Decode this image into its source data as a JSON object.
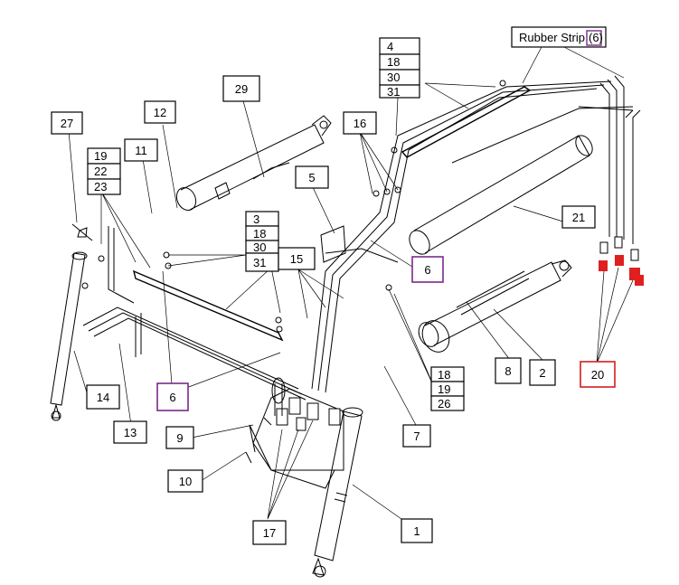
{
  "diagram": {
    "callouts": [
      {
        "id": "c27",
        "text": "27"
      },
      {
        "id": "c12",
        "text": "12"
      },
      {
        "id": "c29",
        "text": "29"
      },
      {
        "id": "c19a",
        "text": "19"
      },
      {
        "id": "c22a",
        "text": "22"
      },
      {
        "id": "c23a",
        "text": "23"
      },
      {
        "id": "c11",
        "text": "11"
      },
      {
        "id": "c4",
        "text": "4"
      },
      {
        "id": "c18a",
        "text": "18"
      },
      {
        "id": "c30a",
        "text": "30"
      },
      {
        "id": "c31a",
        "text": "31"
      },
      {
        "id": "c16",
        "text": "16"
      },
      {
        "id": "c5",
        "text": "5"
      },
      {
        "id": "c21",
        "text": "21"
      },
      {
        "id": "c3",
        "text": "3"
      },
      {
        "id": "c18b",
        "text": "18"
      },
      {
        "id": "c30b",
        "text": "30"
      },
      {
        "id": "c31b",
        "text": "31"
      },
      {
        "id": "c15",
        "text": "15"
      },
      {
        "id": "c6a",
        "text": "6"
      },
      {
        "id": "c6b",
        "text": "6"
      },
      {
        "id": "c14",
        "text": "14"
      },
      {
        "id": "c13",
        "text": "13"
      },
      {
        "id": "c9",
        "text": "9"
      },
      {
        "id": "c10",
        "text": "10"
      },
      {
        "id": "c17",
        "text": "17"
      },
      {
        "id": "c1",
        "text": "1"
      },
      {
        "id": "c7",
        "text": "7"
      },
      {
        "id": "c18c",
        "text": "18"
      },
      {
        "id": "c19c",
        "text": "19"
      },
      {
        "id": "c26",
        "text": "26"
      },
      {
        "id": "c8",
        "text": "8"
      },
      {
        "id": "c2",
        "text": "2"
      },
      {
        "id": "c20",
        "text": "20"
      }
    ],
    "rubber_strip": {
      "text": "Rubber Strip",
      "qty": "(6)"
    },
    "colors": {
      "line": "#000000",
      "accent_purple": "#7a2a8a",
      "accent_red": "#d21f1f"
    }
  }
}
